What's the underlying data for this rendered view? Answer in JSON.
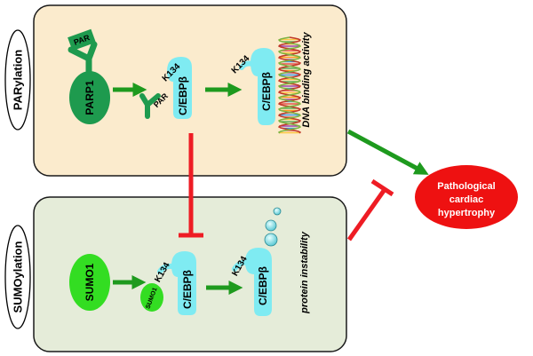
{
  "panels": {
    "parylation": {
      "side_label": "PARylation"
    },
    "sumoylation": {
      "side_label": "SUMOylation"
    }
  },
  "parylation": {
    "par_tag_label": "PAR",
    "parp1_label": "PARP1",
    "par_small_label": "PAR",
    "k134_label_1": "K134",
    "cebpb_label_1": "C/EBPβ",
    "k134_label_2": "K134",
    "cebpb_label_2": "C/EBPβ",
    "dna_activity_label": "DNA binding activity"
  },
  "sumoylation": {
    "sumo1_label": "SUMO1",
    "sumo1_small_label": "SUMO1",
    "k134_label_1": "K134",
    "cebpb_label_1": "C/EBPβ",
    "k134_label_2": "K134",
    "cebpb_label_2": "C/EBPβ",
    "instability_label": "protein instability"
  },
  "outcome": {
    "line1": "Pathological",
    "line2": "cardiac",
    "line3": "hypertrophy"
  },
  "colors": {
    "top_panel_fill": "#FBEBCD",
    "bottom_panel_fill": "#E5ECD9",
    "parp_green": "#1E9A4E",
    "sumo_green": "#33DD22",
    "cebpb_cyan": "#7FEBF2",
    "arrow_green": "#1E9A1E",
    "inhibit_red": "#EE1C24",
    "outcome_red": "#EE1111"
  }
}
